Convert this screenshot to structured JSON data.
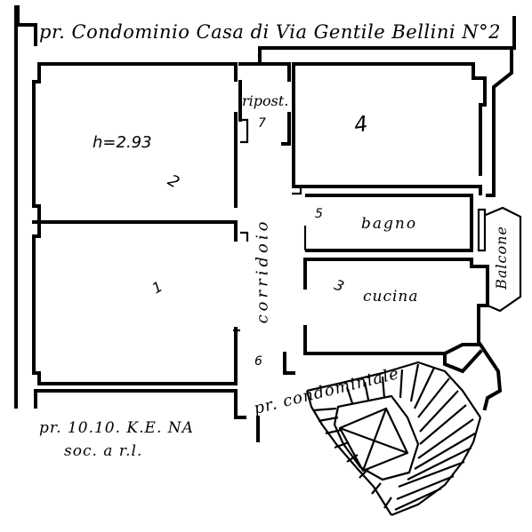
{
  "top_neighbor": "pr. Condominio Casa  di Via Gentile Bellini N°2",
  "bottom_left_neighbor_line1": "pr. 10.10. K.E. NA",
  "bottom_left_neighbor_line2": "soc. a r.l.",
  "bottom_neighbor": "pr. condominiale",
  "rooms": {
    "room1_height": "h=2.93",
    "room1_number": "2",
    "room2_number": "1",
    "room3_number": "4",
    "room4_number": "3",
    "room5_number": "5",
    "storage": "ripost.",
    "storage_number": "7",
    "corridor": "corridoio",
    "corridor_number": "6",
    "bathroom": "bagno",
    "kitchen": "cucina",
    "balcony": "Balcone"
  }
}
